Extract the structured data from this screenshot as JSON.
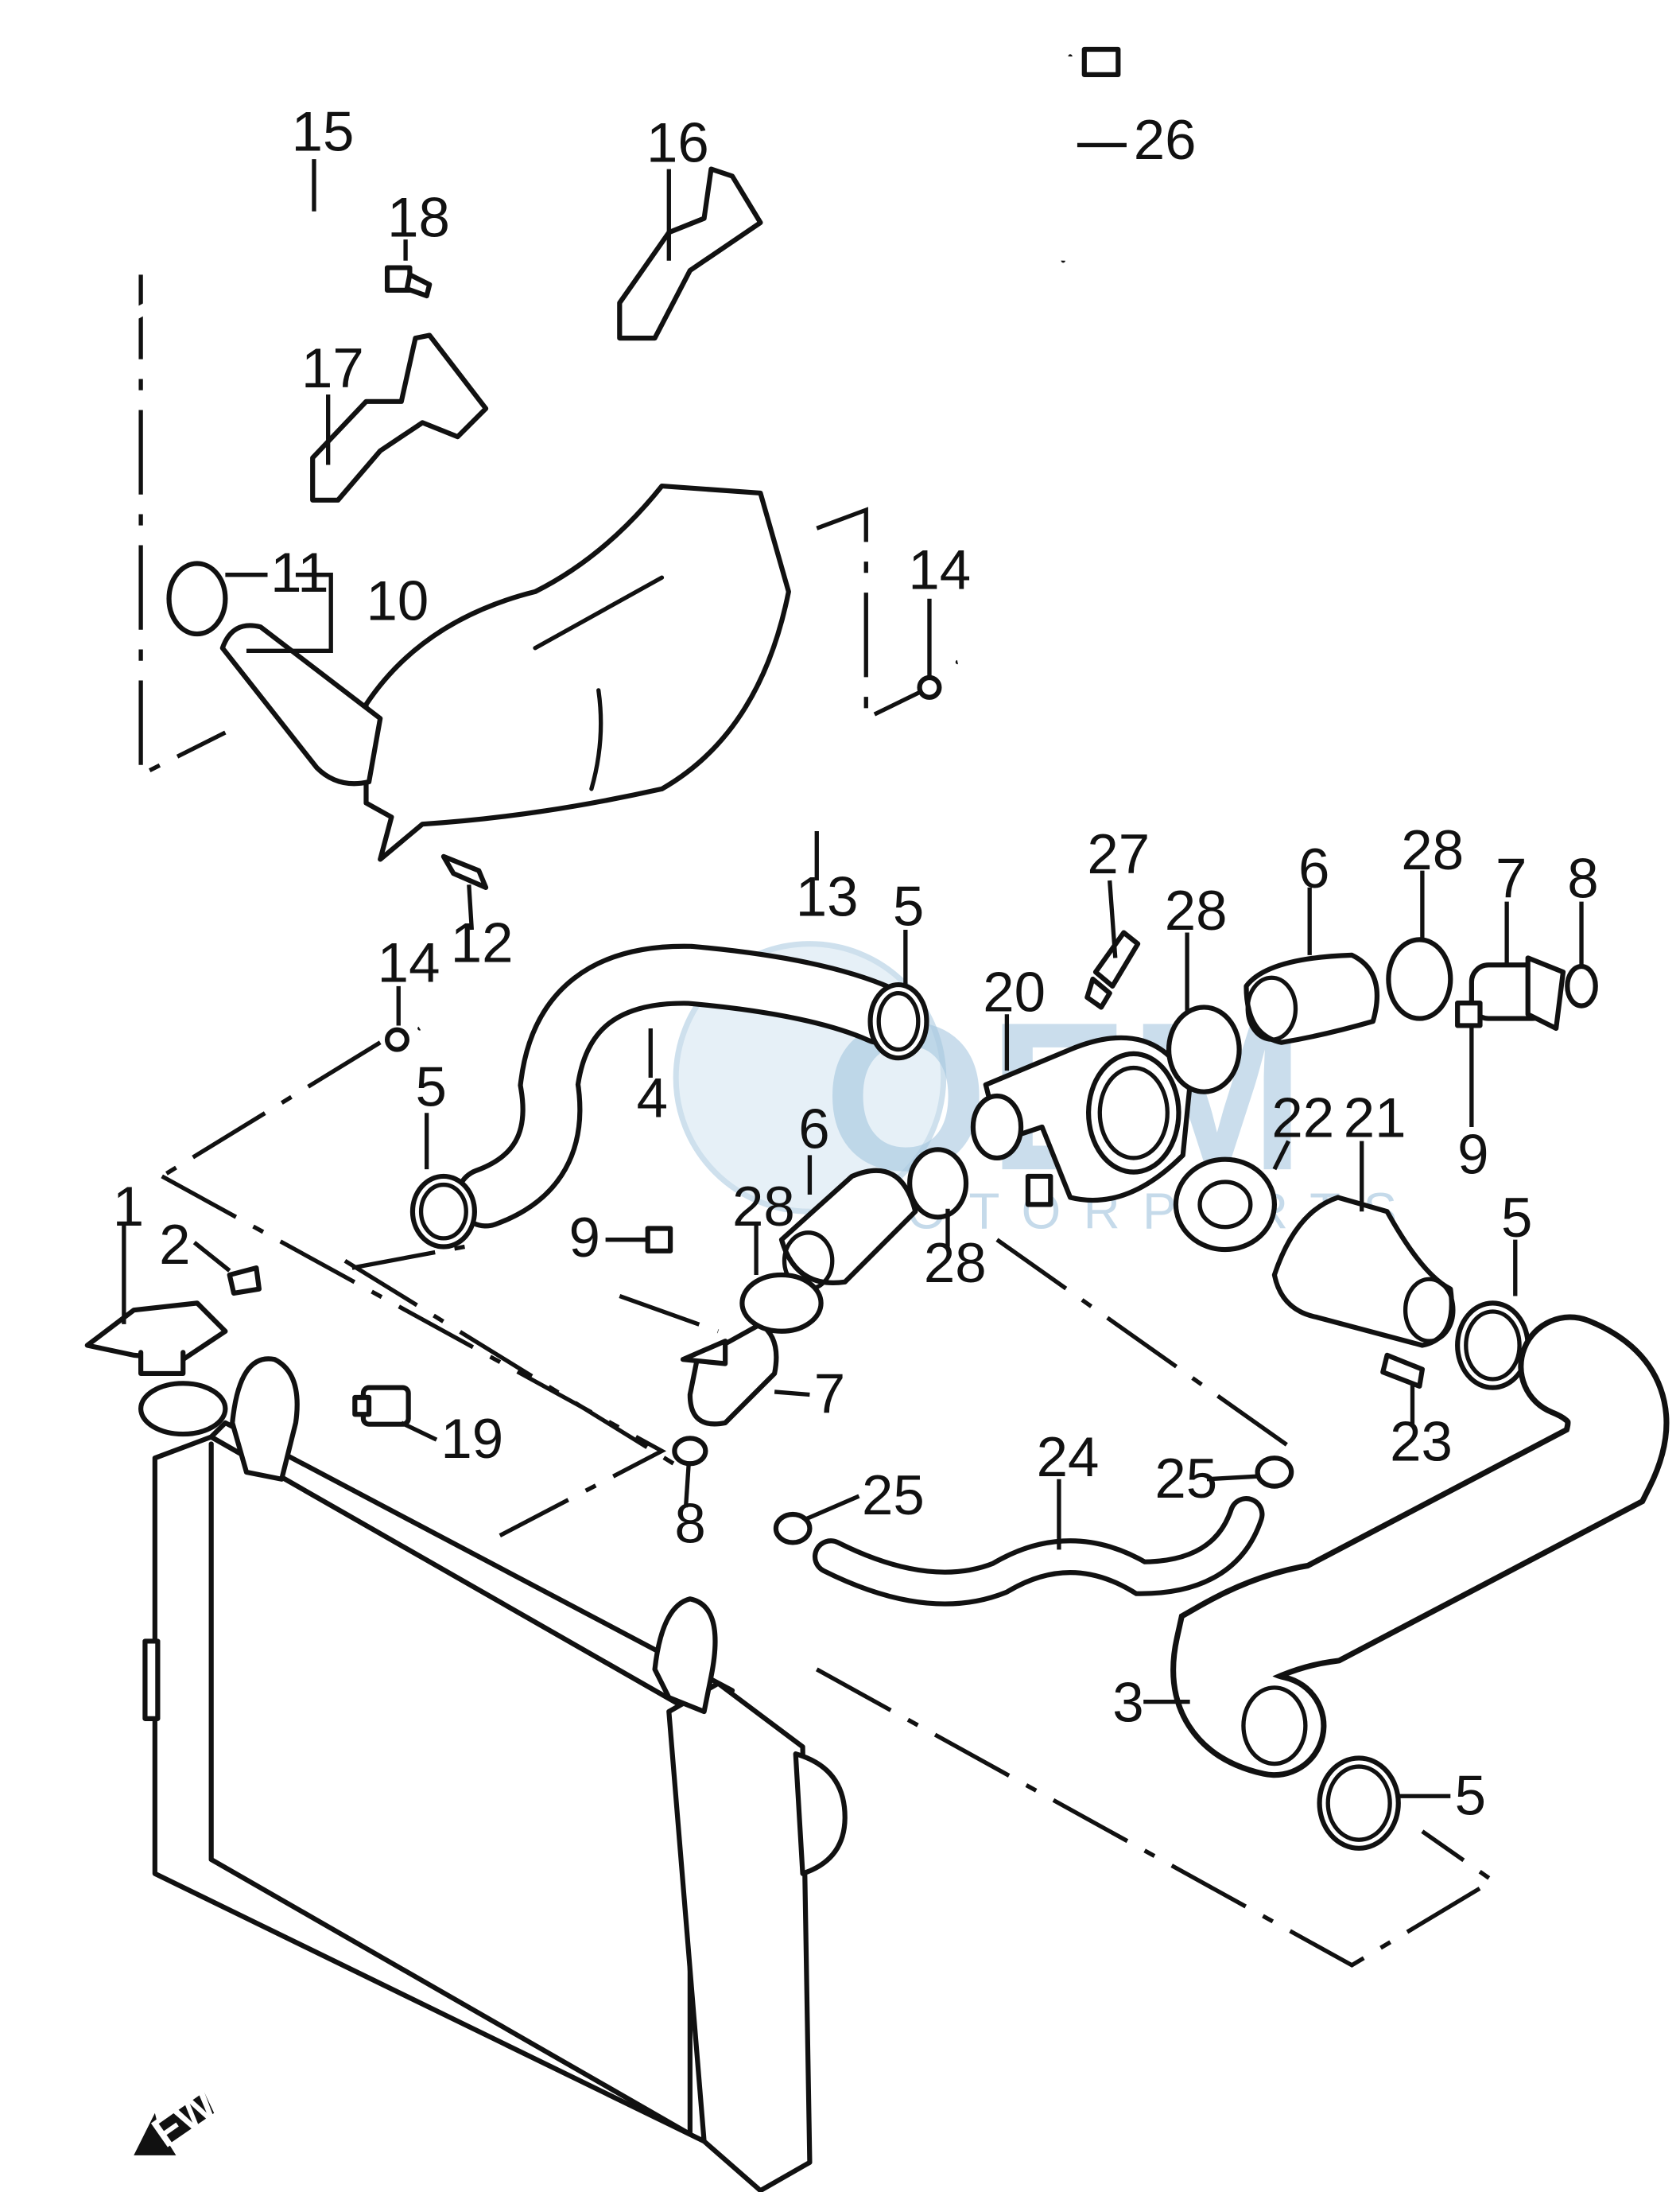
{
  "callouts": [
    {
      "id": "c1",
      "label": "1"
    },
    {
      "id": "c2",
      "label": "2"
    },
    {
      "id": "c3",
      "label": "3"
    },
    {
      "id": "c4",
      "label": "4"
    },
    {
      "id": "c5a",
      "label": "5"
    },
    {
      "id": "c5b",
      "label": "5"
    },
    {
      "id": "c5c",
      "label": "5"
    },
    {
      "id": "c5d",
      "label": "5"
    },
    {
      "id": "c6a",
      "label": "6"
    },
    {
      "id": "c6b",
      "label": "6"
    },
    {
      "id": "c7a",
      "label": "7"
    },
    {
      "id": "c7b",
      "label": "7"
    },
    {
      "id": "c8a",
      "label": "8"
    },
    {
      "id": "c8b",
      "label": "8"
    },
    {
      "id": "c9a",
      "label": "9"
    },
    {
      "id": "c9b",
      "label": "9"
    },
    {
      "id": "c10",
      "label": "10"
    },
    {
      "id": "c11",
      "label": "11"
    },
    {
      "id": "c12",
      "label": "12"
    },
    {
      "id": "c13",
      "label": "13"
    },
    {
      "id": "c14a",
      "label": "14"
    },
    {
      "id": "c14b",
      "label": "14"
    },
    {
      "id": "c15",
      "label": "15"
    },
    {
      "id": "c16",
      "label": "16"
    },
    {
      "id": "c17",
      "label": "17"
    },
    {
      "id": "c18",
      "label": "18"
    },
    {
      "id": "c19",
      "label": "19"
    },
    {
      "id": "c20",
      "label": "20"
    },
    {
      "id": "c21",
      "label": "21"
    },
    {
      "id": "c22",
      "label": "22"
    },
    {
      "id": "c23",
      "label": "23"
    },
    {
      "id": "c24",
      "label": "24"
    },
    {
      "id": "c25a",
      "label": "25"
    },
    {
      "id": "c25b",
      "label": "25"
    },
    {
      "id": "c26",
      "label": "26"
    },
    {
      "id": "c27",
      "label": "27"
    },
    {
      "id": "c28a",
      "label": "28"
    },
    {
      "id": "c28b",
      "label": "28"
    },
    {
      "id": "c28c",
      "label": "28"
    },
    {
      "id": "c28d",
      "label": "28"
    }
  ],
  "watermark": {
    "main": "OEM",
    "sub": "MOTORPARTS"
  },
  "direction_marker": {
    "label": "FWD",
    "icon": "fwd-arrow-icon"
  },
  "colors": {
    "line": "#111111",
    "background": "#ffffff",
    "watermark": "#9fc3dd"
  }
}
